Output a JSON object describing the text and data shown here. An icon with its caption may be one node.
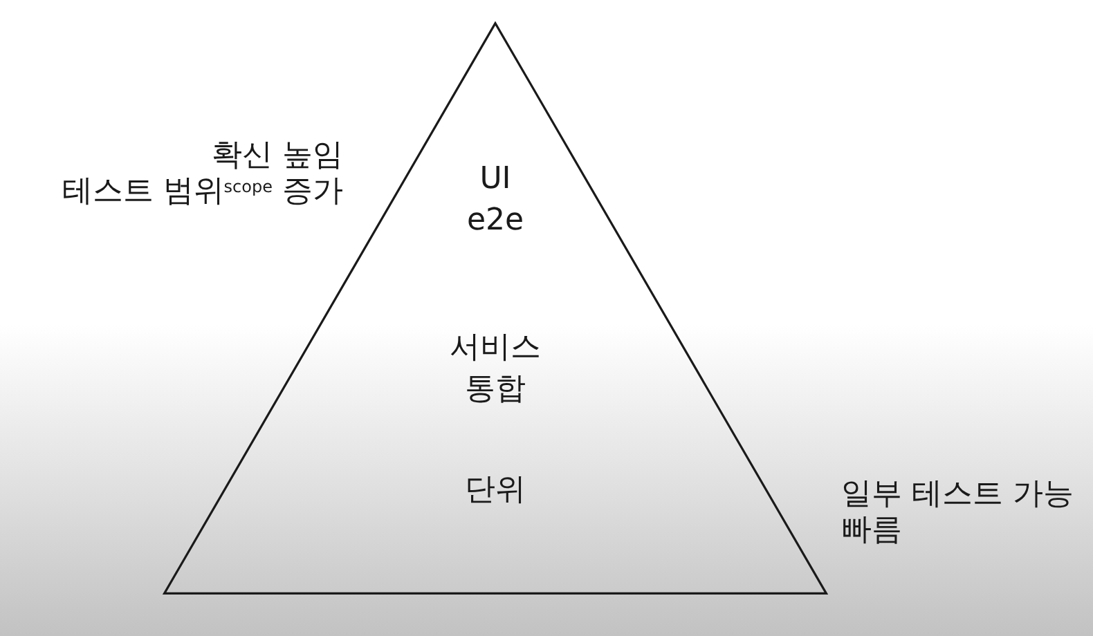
{
  "diagram": {
    "nodes": [
      {
        "text": [
          "UI e2e",
          "서비스 통합",
          "단위"
        ]
      }
    ],
    "labels": [
      "확신 높임",
      "테스트 범위$^{scope}$ 증가",
      "일부 테스트 가능",
      "빠름"
    ]
  }
}
